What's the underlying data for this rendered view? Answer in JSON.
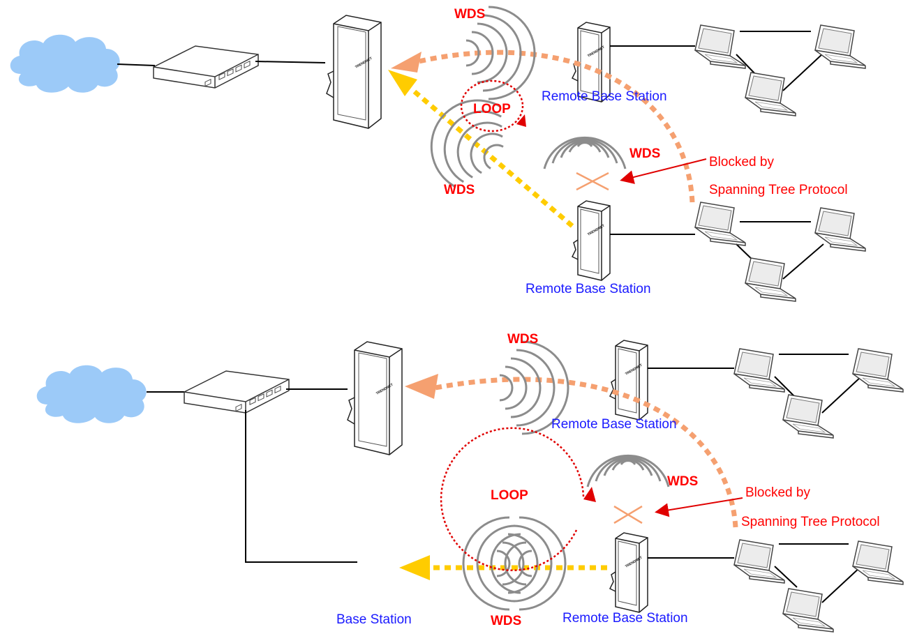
{
  "labels": {
    "wds": "WDS",
    "loop": "LOOP",
    "remote_base_station": "Remote Base Station",
    "base_station": "Base Station",
    "blocked_line1": "Blocked by",
    "blocked_line2": "Spanning Tree Protocol",
    "ap_brand": "TRENDNET"
  },
  "colors": {
    "wds_text": "#ff0000",
    "loop_ring": "#e00000",
    "station_text": "#1a1aff",
    "blocked_text": "#ff0000",
    "orange_link": "#f5a070",
    "yellow_link": "#ffcc00",
    "cloud": "#9ccaf8",
    "wave": "#8c8c8c",
    "x_mark": "#f5a070"
  },
  "icons": {
    "cloud": "cloud-icon",
    "switch": "switch-icon",
    "access_point": "access-point-icon",
    "laptop": "laptop-icon",
    "wireless_wave": "wireless-wave-icon",
    "blocked_x": "blocked-x-icon"
  }
}
